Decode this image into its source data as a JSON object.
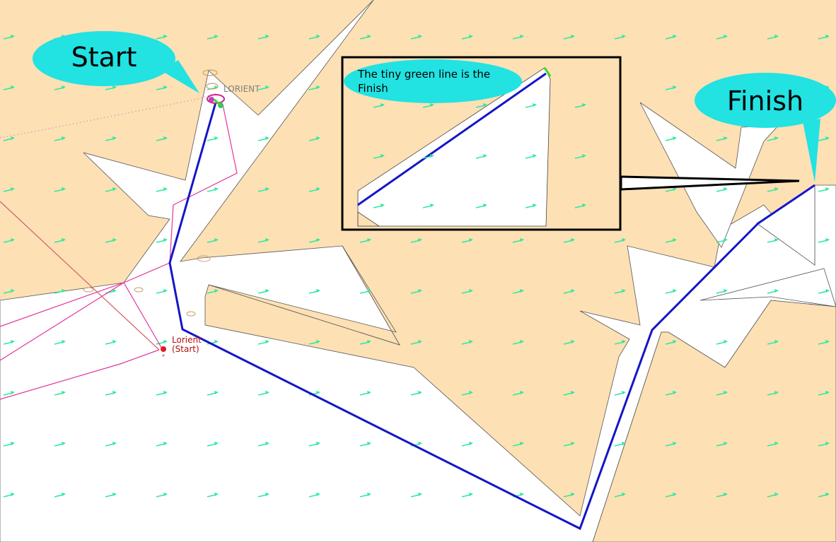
{
  "colors": {
    "land": "#fde0b4",
    "water": "#ffffff",
    "route": "#1515c8",
    "alt_route": "#e0359e",
    "wind_arrow": "#2ee8a0",
    "callout": "#22e2e2",
    "finish_line": "#3bd82a",
    "start_marker": "#e01b24"
  },
  "callouts": {
    "start": "Start",
    "finish": "Finish",
    "note": [
      "The tiny green line is the",
      "Finish"
    ]
  },
  "map_labels": {
    "port_upper": "LORIENT",
    "port_lower": "Lorient",
    "port_lower_sub": "(Start)"
  },
  "icons": {
    "wind_arrow": "wind-arrow-icon",
    "start_marker": "start-marker-icon"
  }
}
